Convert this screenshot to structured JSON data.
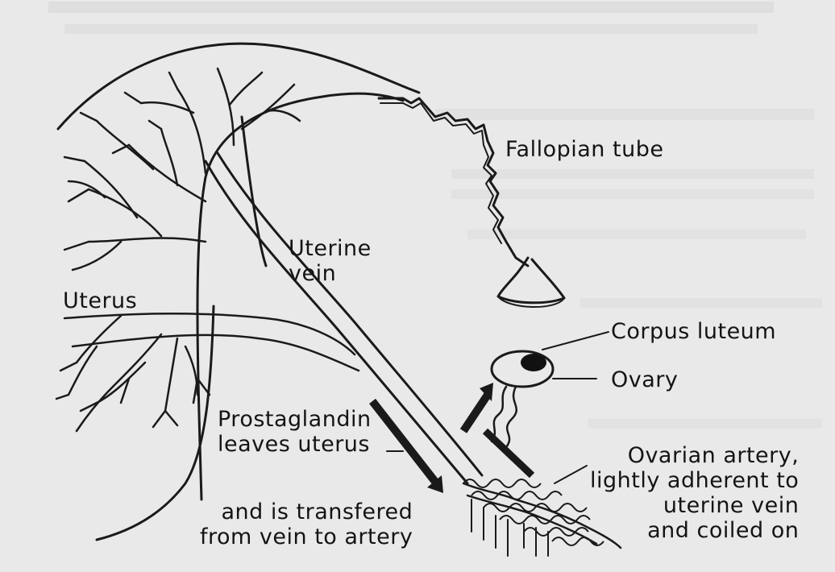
{
  "labels": {
    "fallopian_tube": "Fallopian tube",
    "uterine_vein": "Uterine\nvein",
    "uterus": "Uterus",
    "corpus_luteum": "Corpus luteum",
    "ovary": "Ovary",
    "prostaglandin": "Prostaglandin\nleaves uterus",
    "transfer": "and is transfered\nfrom vein to artery",
    "ovarian_artery": "Ovarian artery,\nlightly adherent to\nuterine vein\nand coiled on"
  },
  "colors": {
    "background": "#e9e9e9",
    "ink": "#1a1a1a",
    "faded_text": "#c9c9c9"
  }
}
